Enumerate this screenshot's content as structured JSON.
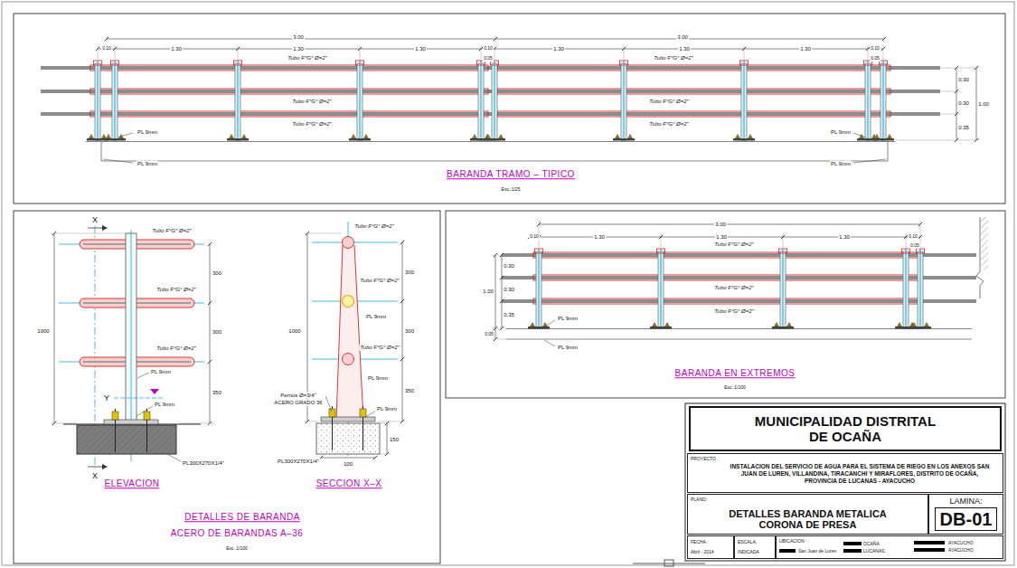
{
  "diagram": {
    "nodes": [
      {
        "text": [
          "MUNICIPALIDAD DISTRITAL DE OCAÑA"
        ]
      },
      {
        "text": [
          "PROYECTO :",
          "INSTALACION DEL SERVICIO DE AGUA PARA EL SISTEMA DE RIEGO EN LOS ANEXOS SAN JUAN DE LUREN, VILLANDINA, TIRACANCHI Y MIRAFLORES, DISTRITO DE OCAÑA, PROVINCIA DE LUCANAS - AYACUCHO"
        ]
      },
      {
        "text": [
          "PLANO:",
          "DETALLES BARANDA METALICA CORONA DE PRESA"
        ]
      },
      {
        "text": [
          "LAMINA:",
          "DB-01"
        ]
      },
      {
        "text": [
          "FECHA :",
          "Abril - 2014"
        ]
      },
      {
        "text": [
          "ESCALA:",
          "INDICADA"
        ]
      },
      {
        "text": [
          "UBICACION :",
          "San Juan de Luren",
          "OCAÑA",
          "LUCANAS",
          "AYACUCHO",
          "AYACUCHO"
        ]
      }
    ],
    "labels": [
      "3.00",
      "3.00",
      "0.10",
      "1.30",
      "1.30",
      "1.30",
      "0.10",
      "1.30",
      "1.30",
      "1.30",
      "0.10",
      "0.05",
      "0.05",
      "Tubo F°G° Ø=2\"",
      "Tubo F°G° Ø=2\"",
      "Tubo F°G° Ø=2\"",
      "Tubo F°G° Ø=2\"",
      "Tubo F°G° Ø=2\"",
      "Tubo F°G° Ø=2\"",
      "PL 9mm",
      "PL 9mm",
      "PL 9mm",
      "PL 9mm",
      "0.30",
      "0.30",
      "0.35",
      "1.00",
      "BARANDA TRAMO – TIPICO",
      "Esc.:1/25",
      "X",
      "Tubo F°G° Ø=2\"",
      "Tubo F°G° Ø=2\"",
      "Tubo F°G° Ø=2\"",
      "300",
      "300",
      "350",
      "1000",
      "PL 9mm",
      "Y",
      "PL 9mm",
      "PL300X270X1/4\"",
      "X",
      "ELEVACION",
      "Tubo F°G° Ø=2\"",
      "Tubo F°G° Ø=2\"",
      "PL 9mm",
      "1000",
      "Tubo F°G° Ø=2\"",
      "PL 9mm",
      "300",
      "300",
      "350",
      "Pernos Ø=3/4\"",
      "ACERO GRADO 36",
      "PL 9mm",
      "150",
      "PL300X270X1/4\"",
      "100",
      "SECCION X–X",
      "DETALLES DE BARANDA",
      "ACERO DE BARANDAS A–36",
      "Esc.:1/100",
      "3.00",
      "0.10",
      "1.30",
      "1.30",
      "1.30",
      "0.10",
      "0.05",
      "Tubo F°G° Ø=2\"",
      "0.30",
      "1.00",
      "Tubo F°G° Ø=2\"",
      "0.30",
      "Tubo F°G° Ø=2\"",
      "0.35",
      "PL 9mm",
      "0.05",
      "PL 9mm",
      "BARANDA EN EXTREMOS",
      "Esc.:1/100"
    ]
  }
}
